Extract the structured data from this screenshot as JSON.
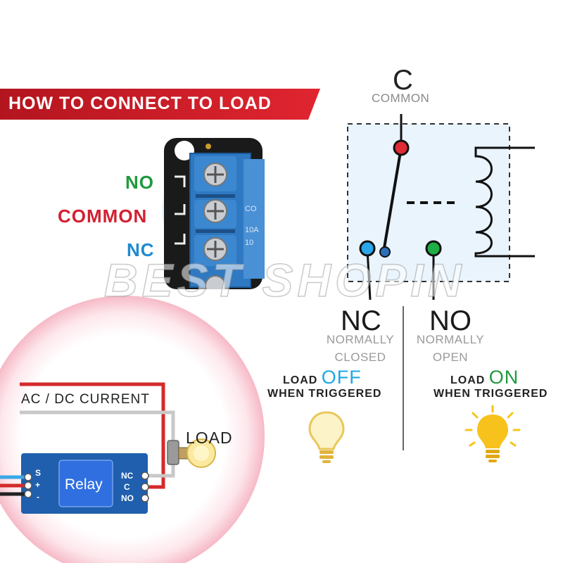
{
  "banner": {
    "title": "HOW TO CONNECT TO LOAD"
  },
  "terminals": {
    "no": "NO",
    "common": "COMMON",
    "nc": "NC"
  },
  "diagram": {
    "c_label": "C",
    "c_sub": "COMMON",
    "nc_label": "NC",
    "nc_sub_1": "NORMALLY",
    "nc_sub_2": "CLOSED",
    "no_label": "NO",
    "no_sub_1": "NORMALLY",
    "no_sub_2": "OPEN"
  },
  "loads": {
    "off": {
      "prefix": "LOAD",
      "state": "OFF",
      "when": "WHEN TRIGGERED"
    },
    "on": {
      "prefix": "LOAD",
      "state": "ON",
      "when": "WHEN TRIGGERED"
    }
  },
  "wiring": {
    "current_label": "AC / DC CURRENT",
    "load_label": "LOAD",
    "relay_label": "Relay",
    "pins_left": [
      "S",
      "+",
      "-"
    ],
    "pins_right": [
      "NC",
      "C",
      "NO"
    ]
  },
  "watermark": "BEST SHOPIN",
  "colors": {
    "banner_red": "#d71f2a",
    "no_green": "#1f9a3e",
    "common_red": "#d32030",
    "nc_blue": "#1f8ad0",
    "off_blue": "#1ea7e4",
    "relay_blue": "#1c5fb3",
    "wire_red": "#d42a2a",
    "bulb_yellow": "#f5c518"
  }
}
